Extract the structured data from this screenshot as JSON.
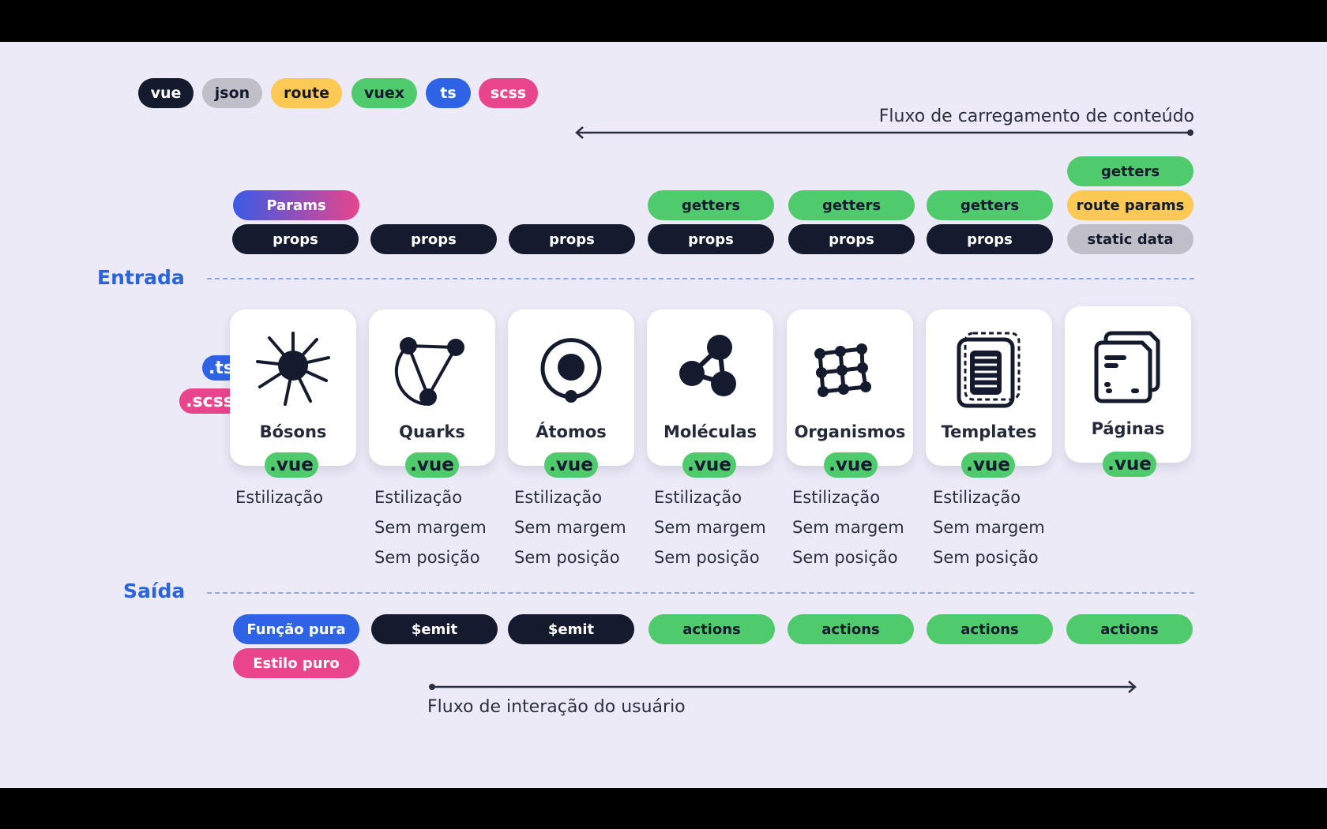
{
  "legend": [
    {
      "label": "vue",
      "color": "#151b2e"
    },
    {
      "label": "json",
      "color": "#c0bfc7"
    },
    {
      "label": "route",
      "color": "#fcc955"
    },
    {
      "label": "vuex",
      "color": "#4fca6c"
    },
    {
      "label": "ts",
      "color": "#2d63e4"
    },
    {
      "label": "scss",
      "color": "#e8458d"
    }
  ],
  "flows": {
    "top": "Fluxo de carregamento de conteúdo",
    "bottom": "Fluxo de interação do usuário"
  },
  "sections": {
    "input": "Entrada",
    "output": "Saída"
  },
  "side_tags": {
    "ts": ".ts",
    "scss": ".scss"
  },
  "columns": [
    {
      "name": "Bósons",
      "icon": "boson-icon",
      "file": ".vue",
      "inputs": [
        "Params",
        "props"
      ],
      "features": [
        "Estilização"
      ],
      "outputs": [
        "Função pura",
        "Estilo puro"
      ]
    },
    {
      "name": "Quarks",
      "icon": "quark-icon",
      "file": ".vue",
      "inputs": [
        "props"
      ],
      "features": [
        "Estilização",
        "Sem margem",
        "Sem posição"
      ],
      "outputs": [
        "$emit"
      ]
    },
    {
      "name": "Átomos",
      "icon": "atom-icon",
      "file": ".vue",
      "inputs": [
        "props"
      ],
      "features": [
        "Estilização",
        "Sem margem",
        "Sem posição"
      ],
      "outputs": [
        "$emit"
      ]
    },
    {
      "name": "Moléculas",
      "icon": "molecule-icon",
      "file": ".vue",
      "inputs": [
        "getters",
        "props"
      ],
      "features": [
        "Estilização",
        "Sem margem",
        "Sem posição"
      ],
      "outputs": [
        "actions"
      ]
    },
    {
      "name": "Organismos",
      "icon": "organism-icon",
      "file": ".vue",
      "inputs": [
        "getters",
        "props"
      ],
      "features": [
        "Estilização",
        "Sem margem",
        "Sem posição"
      ],
      "outputs": [
        "actions"
      ]
    },
    {
      "name": "Templates",
      "icon": "template-icon",
      "file": ".vue",
      "inputs": [
        "getters",
        "props"
      ],
      "features": [
        "Estilização",
        "Sem margem",
        "Sem posição"
      ],
      "outputs": [
        "actions"
      ]
    },
    {
      "name": "Páginas",
      "icon": "pages-icon",
      "file": ".vue",
      "inputs": [
        "getters",
        "route params",
        "static data"
      ],
      "features": [],
      "outputs": [
        "actions"
      ]
    }
  ]
}
